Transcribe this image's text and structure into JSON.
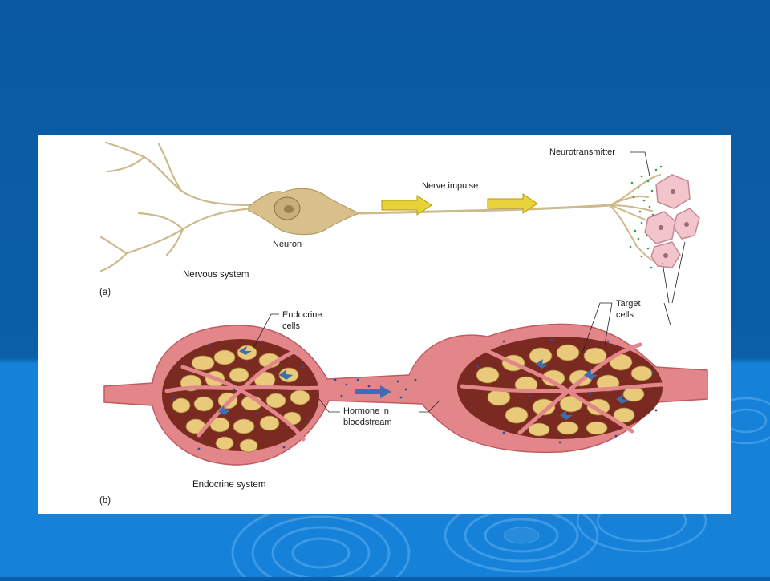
{
  "colors": {
    "background_top": "#0a5fa8",
    "background_bottom": "#1581d8",
    "figure_background": "#ffffff",
    "nerve_fiber": "#cdb98c",
    "impulse_arrow": "#e8d23a",
    "vessel": "#e2868a",
    "vessel_dark": "#7a2a20",
    "cell_fill": "#e9c97a",
    "hormone_dot": "#2a4fa0",
    "neurotransmitter_dot": "#3ca04a",
    "target_cell": "#f2c4cc"
  },
  "diagram": {
    "panel_a": {
      "label": "(a)",
      "caption": "Nervous system",
      "labels": {
        "neuron": "Neuron",
        "nerve_impulse": "Nerve impulse",
        "neurotransmitter": "Neurotransmitter"
      }
    },
    "panel_b": {
      "label": "(b)",
      "caption": "Endocrine system",
      "labels": {
        "endocrine_cells_line1": "Endocrine",
        "endocrine_cells_line2": "cells",
        "target_cells_line1": "Target",
        "target_cells_line2": "cells",
        "hormone_line1": "Hormone in",
        "hormone_line2": "bloodstream"
      }
    }
  }
}
